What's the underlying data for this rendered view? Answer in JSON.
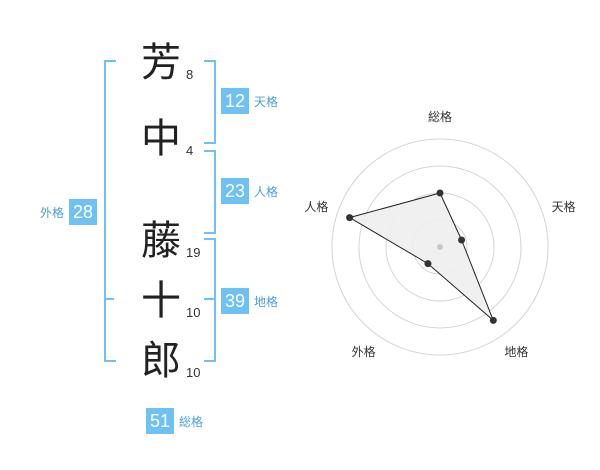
{
  "name_chars": [
    {
      "char": "芳",
      "strokes": "8"
    },
    {
      "char": "中",
      "strokes": "4"
    },
    {
      "char": "藤",
      "strokes": "19"
    },
    {
      "char": "十",
      "strokes": "10"
    },
    {
      "char": "郎",
      "strokes": "10"
    }
  ],
  "fortunes": {
    "tenkaku": {
      "value": "12",
      "label": "天格"
    },
    "jinkaku": {
      "value": "23",
      "label": "人格"
    },
    "chikaku": {
      "value": "39",
      "label": "地格"
    },
    "gaikaku": {
      "value": "28",
      "label": "外格"
    },
    "soukaku": {
      "value": "51",
      "label": "総格"
    }
  },
  "radar": {
    "axes": [
      "総格",
      "天格",
      "地格",
      "外格",
      "人格"
    ],
    "values": [
      0.5,
      0.21,
      0.84,
      0.19,
      0.88
    ],
    "rings": 4
  },
  "colors": {
    "accent": "#6ec1f2",
    "accent_text": "#4a9fd6",
    "radar_fill": "#eeeeee",
    "radar_stroke": "#222222",
    "ring": "#d4d4d4"
  }
}
